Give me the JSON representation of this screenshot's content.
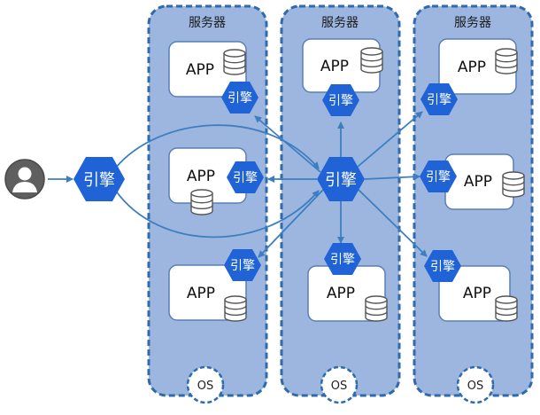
{
  "colors": {
    "server_fill": "#9db6e0",
    "server_stroke": "#2e6aac",
    "engine_fill": "#1f63d6",
    "arrow": "#3c7ec1",
    "app_fill": "#ffffff",
    "app_stroke": "#5a7fb5",
    "user_fill": "#5f5f5f",
    "db_fill": "#ffffff",
    "db_stroke": "#555555"
  },
  "servers": [
    {
      "title": "服务器",
      "os_label": "OS"
    },
    {
      "title": "服务器",
      "os_label": "OS"
    },
    {
      "title": "服务器",
      "os_label": "OS"
    }
  ],
  "app_label": "APP",
  "engine_label": "引擎",
  "user": {
    "icon": "user-icon"
  },
  "db": {
    "icon": "database-icon"
  }
}
